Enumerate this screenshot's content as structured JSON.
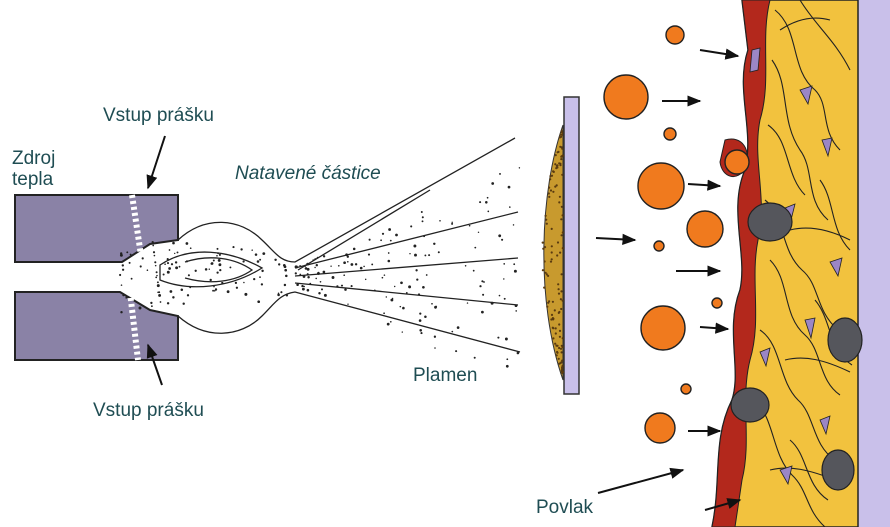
{
  "labels": {
    "heat_source": "Zdroj\ntepla",
    "heat_source_line1": "Zdroj",
    "heat_source_line2": "tepla",
    "powder_inlet_top": "Vstup prášku",
    "powder_inlet_bottom": "Vstup prášku",
    "molten_particles": "Natavené částice",
    "flame": "Plamen",
    "coating": "Povlak"
  },
  "colors": {
    "nozzle": "#8a82a6",
    "substrate": "#c9c0ea",
    "droplet": "#f07a1e",
    "splat": "#f2c23e",
    "oxide": "#b3281c",
    "pore": "#55565c",
    "text": "#1f4d53"
  },
  "icons": [
    "arrow-icon",
    "particle-icon",
    "splat-icon",
    "pore-icon"
  ]
}
